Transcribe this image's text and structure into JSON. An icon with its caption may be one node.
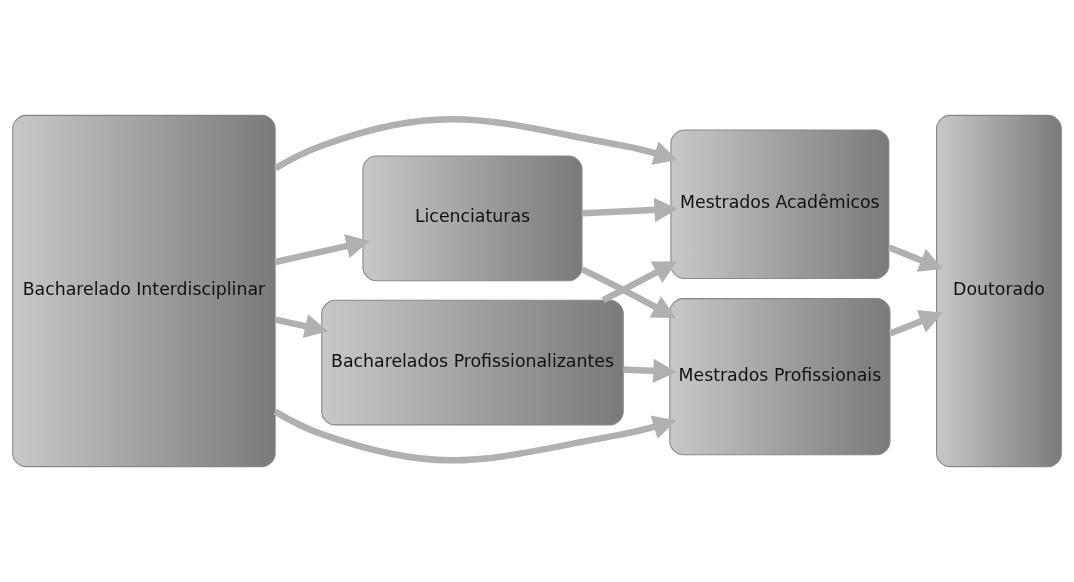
{
  "diagram": {
    "nodes": [
      {
        "text": [
          "Bacharelado Interdisciplinar"
        ]
      },
      {
        "text": [
          "Licenciaturas"
        ]
      },
      {
        "text": [
          "Bacharelados Profissionalizantes"
        ]
      },
      {
        "text": [
          "Mestrados Acadêmicos"
        ]
      },
      {
        "text": [
          "Mestrados Profissionais"
        ]
      },
      {
        "text": [
          "Doutorado"
        ]
      }
    ],
    "edges": [
      {
        "from": 0,
        "to": 3,
        "arrow": "to"
      },
      {
        "from": 0,
        "to": 1,
        "arrow": "to"
      },
      {
        "from": 1,
        "to": 3,
        "arrow": "to"
      },
      {
        "from": 3,
        "to": 5,
        "arrow": "to"
      },
      {
        "from": 2,
        "to": 3,
        "arrow": "to"
      },
      {
        "from": 1,
        "to": 4,
        "arrow": "to"
      },
      {
        "from": 0,
        "to": 2,
        "arrow": "to"
      },
      {
        "from": 2,
        "to": 4,
        "arrow": "to"
      },
      {
        "from": 0,
        "to": 4,
        "arrow": "to"
      },
      {
        "from": 4,
        "to": 5,
        "arrow": "to"
      }
    ]
  }
}
